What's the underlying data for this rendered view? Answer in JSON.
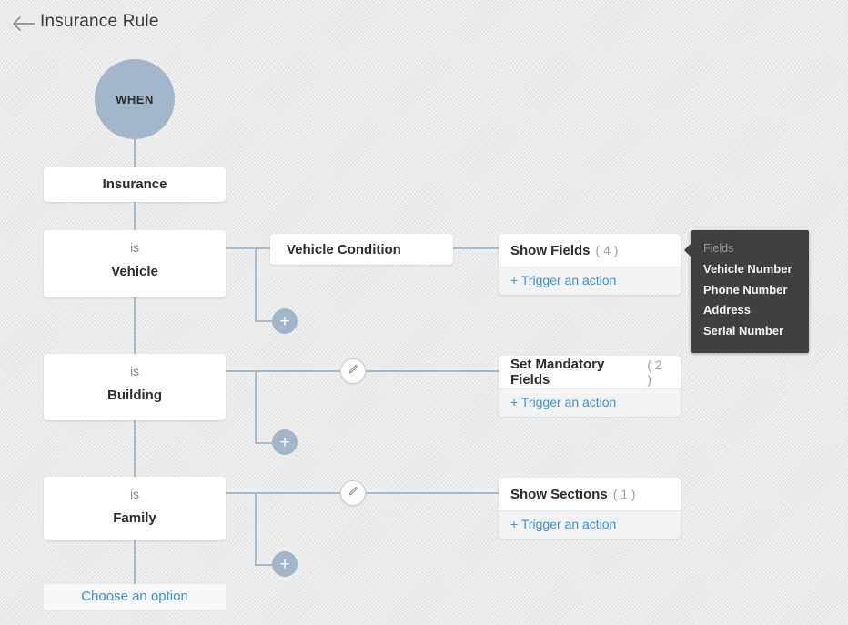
{
  "header": {
    "title": "Insurance Rule"
  },
  "icons": {
    "back": "left-arrow",
    "plus": "+",
    "edit": "pencil"
  },
  "colors": {
    "node_fill": "#a3b5c8",
    "line": "#a9bac9",
    "link_blue": "#3f90d8",
    "tooltip_bg": "#404040"
  },
  "flow": {
    "when_label": "WHEN",
    "root_field": "Insurance",
    "choose_option_label": "Choose an option",
    "branches": [
      {
        "op": "is",
        "value": "Vehicle",
        "criteria_label": "Vehicle Condition",
        "action": {
          "title": "Show Fields",
          "count": "( 4 )",
          "trigger_label": "+ Trigger an action"
        }
      },
      {
        "op": "is",
        "value": "Building",
        "action": {
          "title": "Set Mandatory Fields",
          "count": "( 2 )",
          "trigger_label": "+ Trigger an action"
        }
      },
      {
        "op": "is",
        "value": "Family",
        "action": {
          "title": "Show Sections",
          "count": "( 1 )",
          "trigger_label": "+ Trigger an action"
        }
      }
    ]
  },
  "tooltip": {
    "title": "Fields",
    "items": [
      "Vehicle Number",
      "Phone Number",
      "Address",
      "Serial Number"
    ]
  }
}
